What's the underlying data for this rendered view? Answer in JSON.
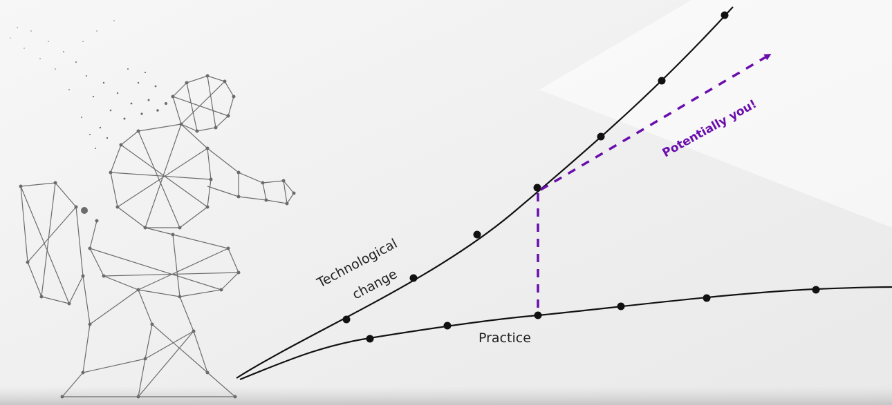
{
  "diagram": {
    "labels": {
      "tech_line1": "Technological",
      "tech_line2": "change",
      "practice": "Practice",
      "potential": "Potentially you!"
    },
    "colors": {
      "curve": "#111111",
      "dot": "#111111",
      "accent": "#6a0dad",
      "figure": "#6b6b6b"
    },
    "illustration": "wireframe-figure-sitting-on-toilet"
  }
}
